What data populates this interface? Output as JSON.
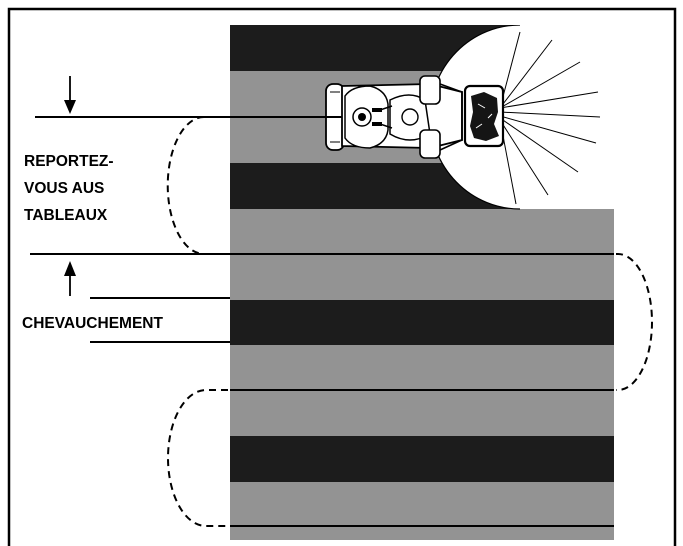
{
  "labels": {
    "report_line_1": "REPORTEZ-",
    "report_line_2": "VOUS AUS",
    "report_line_3": "TABLEAUX",
    "overlap": "CHEVAUCHEMENT"
  },
  "colors": {
    "dark_stripe": "#1c1c1c",
    "light_stripe": "#939393",
    "lines": "#000000",
    "background": "#ffffff",
    "frame": "#000000"
  },
  "icons": {
    "mower": "ride-on-mower-icon",
    "light_beam": "headlight-beam-icon",
    "turn_path": "dashed-turn-path-icon",
    "measure_arrow": "measurement-arrow-icon"
  }
}
